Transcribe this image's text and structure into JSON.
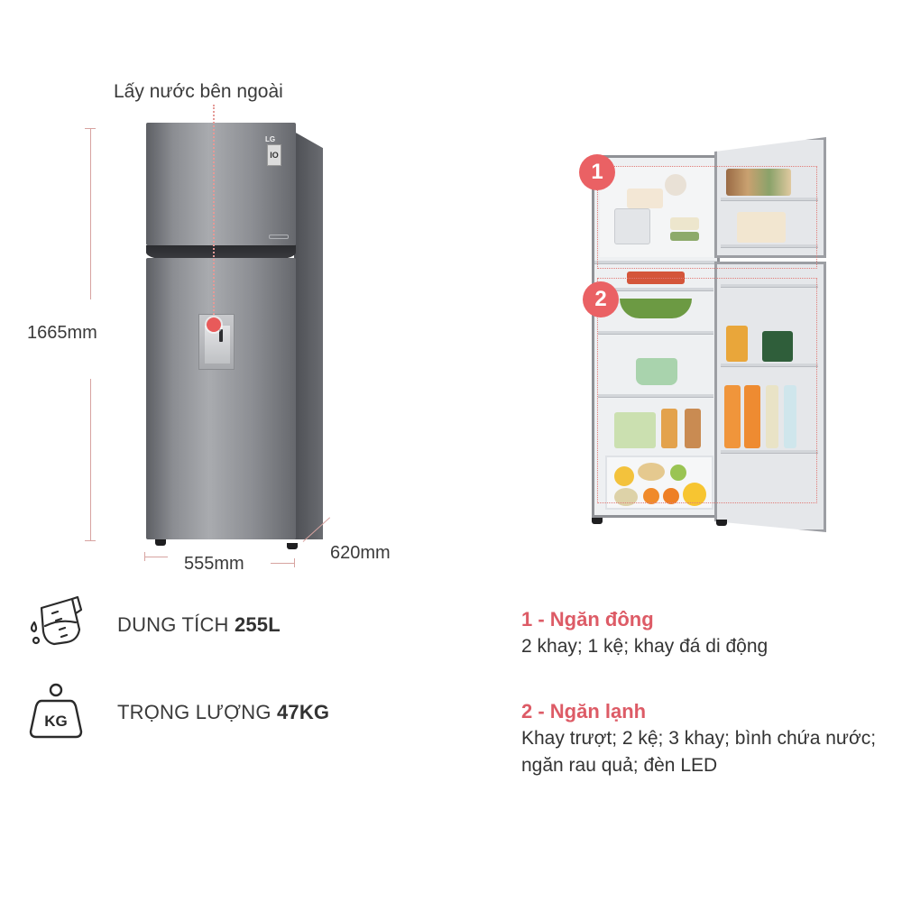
{
  "closed_fridge": {
    "callout_label": "Lấy nước bên ngoài",
    "brand_logo": "LG",
    "badge_text": "IO",
    "height_label": "1665mm",
    "width_label": "555mm",
    "depth_label": "620mm"
  },
  "open_fridge": {
    "freezer_badge": "1",
    "fridge_badge": "2"
  },
  "specs": [
    {
      "icon": "measuring-jug-icon",
      "label": "DUNG TÍCH",
      "value": "255L"
    },
    {
      "icon": "weight-kg-icon",
      "icon_text": "KG",
      "label": "TRỌNG LƯỢNG",
      "value": "47KG"
    }
  ],
  "compartments": [
    {
      "title": "1 - Ngăn đông",
      "description": "2 khay; 1 kệ; khay đá di động"
    },
    {
      "title": "2 - Ngăn lạnh",
      "description": "Khay trượt; 2 kệ; 3 khay; bình chứa nước; ngăn rau quả; đèn LED"
    }
  ],
  "colors": {
    "accent_red": "#ea6164",
    "title_red": "#dd5b66",
    "dimension_line": "#d7a3a0",
    "fridge_steel": "#8b8d92"
  }
}
